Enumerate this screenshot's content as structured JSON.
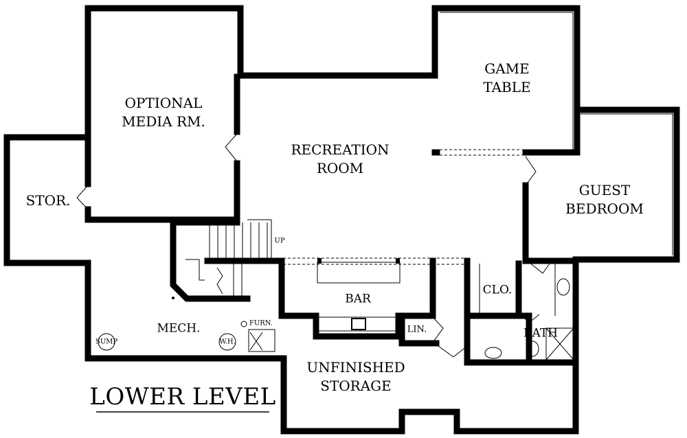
{
  "title": "LOWER LEVEL",
  "rooms": {
    "media": "OPTIONAL MEDIA RM.",
    "media_l1": "OPTIONAL",
    "media_l2": "MEDIA RM.",
    "rec_l1": "RECREATION",
    "rec_l2": "ROOM",
    "game_l1": "GAME",
    "game_l2": "TABLE",
    "guest_l1": "GUEST",
    "guest_l2": "BEDROOM",
    "stor": "STOR.",
    "bar": "BAR",
    "clo": "CLO.",
    "lin": "LIN.",
    "bath": "BATH",
    "mech": "MECH.",
    "storage_l1": "UNFINISHED",
    "storage_l2": "STORAGE"
  },
  "fixtures": {
    "up": "UP",
    "furn": "FURN.",
    "wh": "W.H.",
    "sump": "SUMP"
  }
}
